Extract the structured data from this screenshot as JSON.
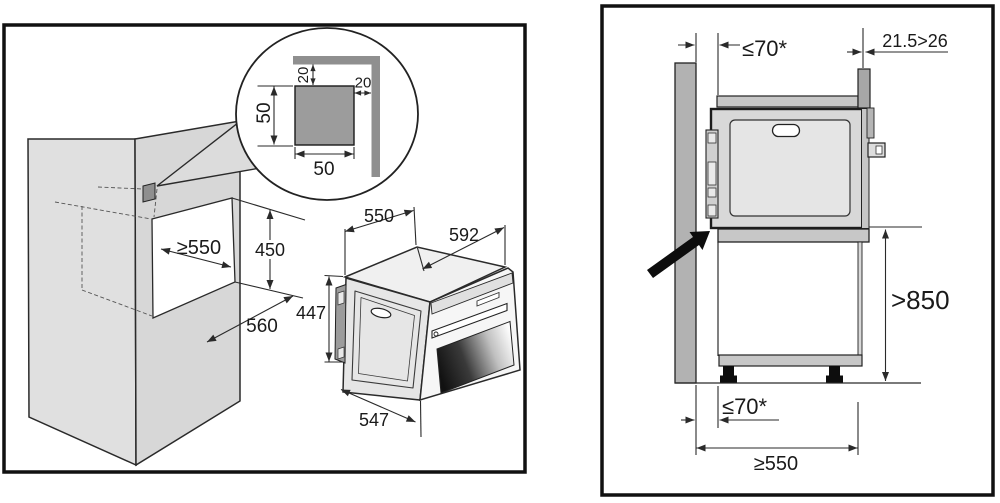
{
  "colors": {
    "line": "#2a2a2a",
    "panel_border": "#111111",
    "cabinet_gray": "#dcdcdc",
    "metal_gray": "#8f8f8f",
    "wall_gray": "#b2b2b2",
    "shelf_gray": "#c7c7c7",
    "oven_body_gray": "#d8d8d8",
    "arrow_black": "#0d0d0d"
  },
  "front_view": {
    "corner_detail": {
      "top_offset": "20",
      "side_offset": "20",
      "square_height": "50",
      "square_width": "50"
    },
    "niche": {
      "min_width": "≥550",
      "height": "450",
      "depth": "560"
    },
    "oven": {
      "top_depth": "550",
      "width": "592",
      "height": "447",
      "bottom_depth": "547"
    }
  },
  "side_view": {
    "top_gap": "≤70*",
    "trim_range": "21.5>26",
    "min_floor_height": ">850",
    "bottom_gap": "≤70*",
    "min_depth": "≥550"
  }
}
